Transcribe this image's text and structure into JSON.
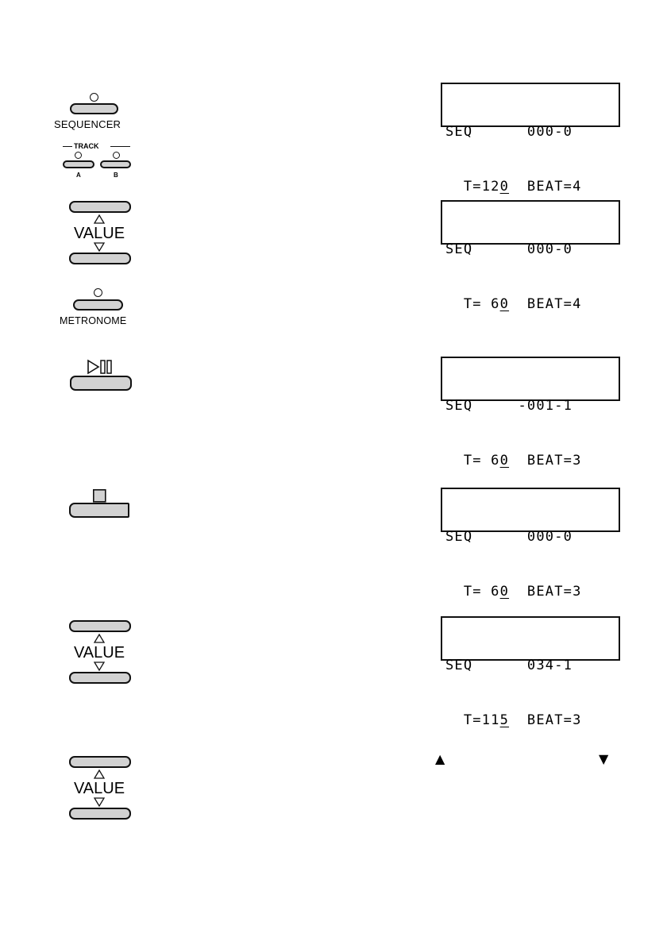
{
  "labels": {
    "sequencer": "SEQUENCER",
    "track": "TRACK",
    "track_a": "A",
    "track_b": "B",
    "value": "VALUE",
    "metronome": "METRONOME"
  },
  "lcd": [
    {
      "line1": "SEQ      000-0",
      "line2_pre": "  T=12",
      "line2_cur": "0",
      "line2_post": "  BEAT=4"
    },
    {
      "line1": "SEQ      000-0",
      "line2_pre": "  T= 6",
      "line2_cur": "0",
      "line2_post": "  BEAT=4"
    },
    {
      "line1": "SEQ     -001-1",
      "line2_pre": "  T= 6",
      "line2_cur": "0",
      "line2_post": "  BEAT=3"
    },
    {
      "line1": "SEQ      000-0",
      "line2_pre": "  T= 6",
      "line2_cur": "0",
      "line2_post": "  BEAT=3"
    },
    {
      "line1": "SEQ      034-1",
      "line2_pre": "  T=11",
      "line2_cur": "5",
      "line2_post": "  BEAT=3"
    }
  ],
  "symbols": {
    "up": "▲",
    "down": "▼"
  }
}
